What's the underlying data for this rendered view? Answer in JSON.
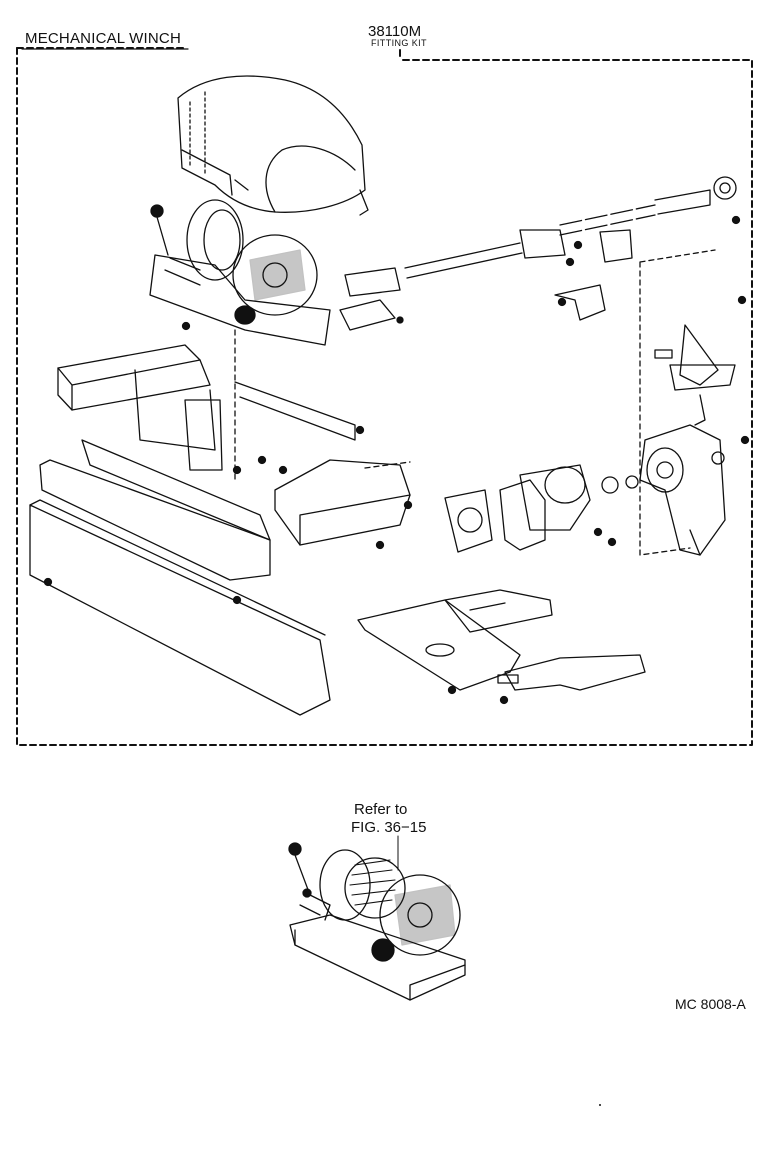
{
  "diagram": {
    "title": "MECHANICAL WINCH",
    "part_number": "38110M",
    "part_name": "FITTING KIT",
    "reference_line1": "Refer to",
    "reference_line2": "FIG. 36−15",
    "illustration_code": "MC 8008-A"
  },
  "colors": {
    "ink": "#111111",
    "paper": "#ffffff"
  }
}
